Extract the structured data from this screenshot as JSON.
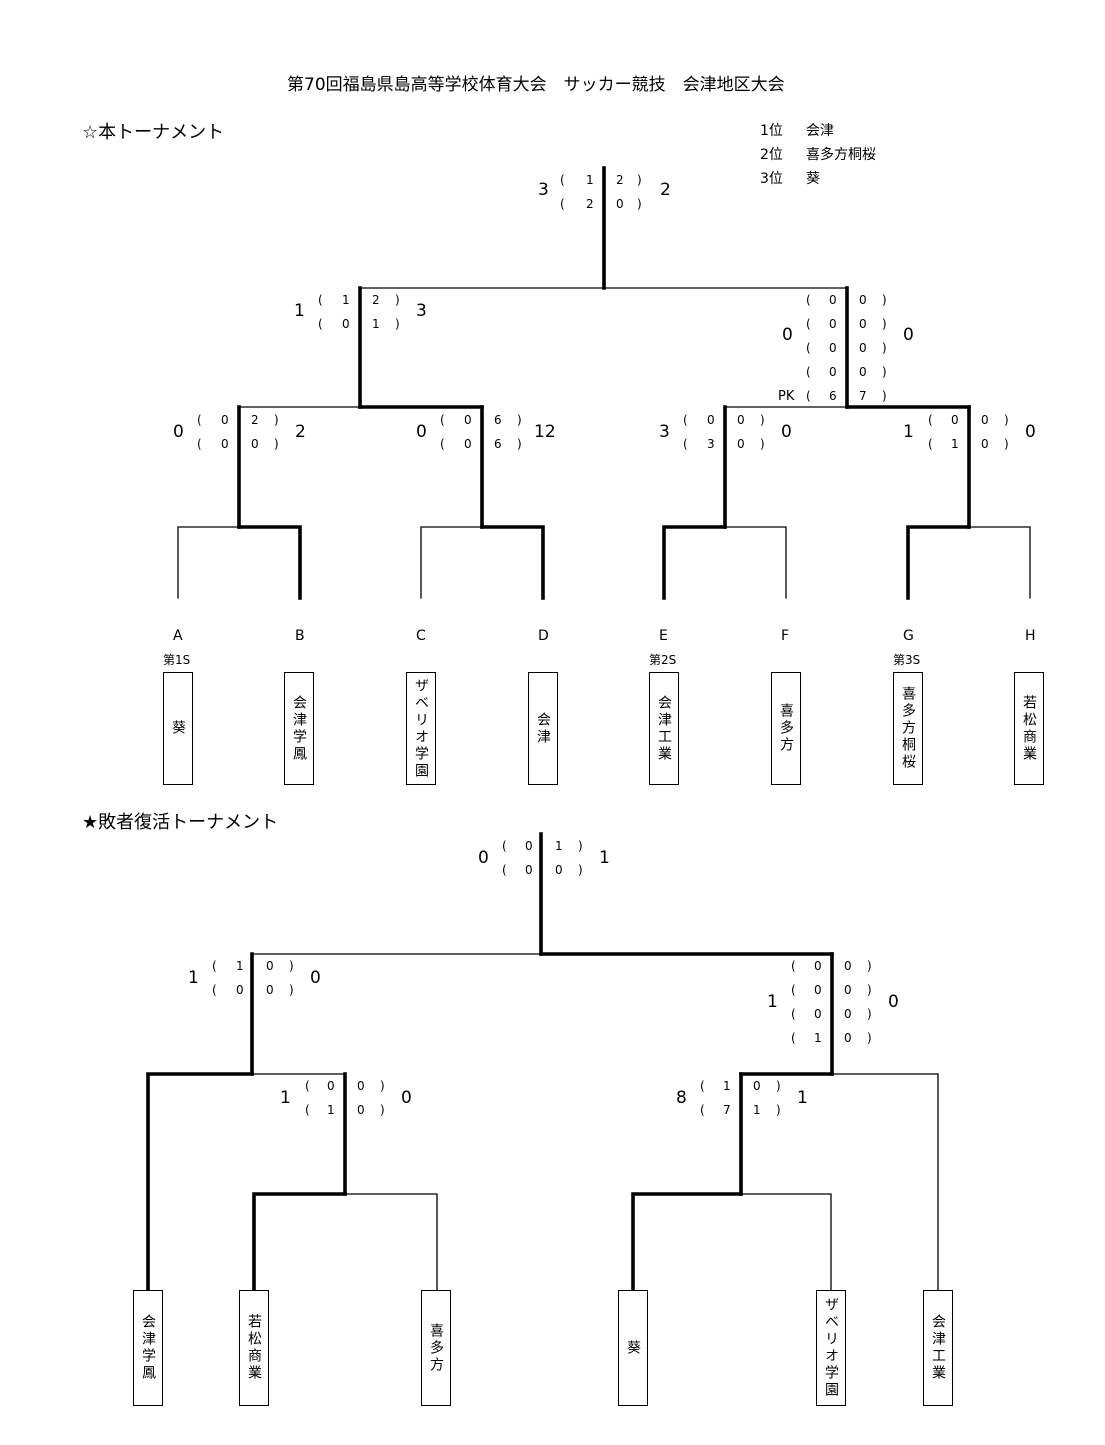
{
  "title": "第70回福島県島高等学校体育大会　サッカー競技　会津地区大会",
  "main": {
    "heading": "☆本トーナメント",
    "rankings": [
      {
        "place": "1位",
        "team": "会津"
      },
      {
        "place": "2位",
        "team": "喜多方桐桜"
      },
      {
        "place": "3位",
        "team": "葵"
      }
    ],
    "positions": [
      "A",
      "B",
      "C",
      "D",
      "E",
      "F",
      "G",
      "H"
    ],
    "seeds": [
      {
        "pos": "A",
        "label": "第1S"
      },
      {
        "pos": "E",
        "label": "第2S"
      },
      {
        "pos": "G",
        "label": "第3S"
      }
    ],
    "teams": [
      "葵",
      "会津学鳳",
      "ザベリオ学園",
      "会津",
      "会津工業",
      "喜多方",
      "喜多方桐桜",
      "若松商業"
    ],
    "matches": [
      {
        "id": "qf1",
        "left_total": "0",
        "right_total": "2",
        "halves": [
          {
            "l": "0",
            "r": "2"
          },
          {
            "l": "0",
            "r": "0"
          }
        ],
        "winner": "right"
      },
      {
        "id": "qf2",
        "left_total": "0",
        "right_total": "12",
        "halves": [
          {
            "l": "0",
            "r": "6"
          },
          {
            "l": "0",
            "r": "6"
          }
        ],
        "winner": "right"
      },
      {
        "id": "qf3",
        "left_total": "3",
        "right_total": "0",
        "halves": [
          {
            "l": "0",
            "r": "0"
          },
          {
            "l": "3",
            "r": "0"
          }
        ],
        "winner": "left"
      },
      {
        "id": "qf4",
        "left_total": "1",
        "right_total": "0",
        "halves": [
          {
            "l": "0",
            "r": "0"
          },
          {
            "l": "1",
            "r": "0"
          }
        ],
        "winner": "left"
      },
      {
        "id": "sf1",
        "left_total": "1",
        "right_total": "3",
        "halves": [
          {
            "l": "1",
            "r": "2"
          },
          {
            "l": "0",
            "r": "1"
          }
        ],
        "winner": "right"
      },
      {
        "id": "sf2",
        "left_total": "0",
        "right_total": "0",
        "halves": [
          {
            "l": "0",
            "r": "0"
          },
          {
            "l": "0",
            "r": "0"
          },
          {
            "l": "0",
            "r": "0"
          },
          {
            "l": "0",
            "r": "0"
          }
        ],
        "pk": {
          "label": "PK",
          "l": "6",
          "r": "7"
        },
        "winner": "right"
      },
      {
        "id": "final",
        "left_total": "3",
        "right_total": "2",
        "halves": [
          {
            "l": "1",
            "r": "2"
          },
          {
            "l": "2",
            "r": "0"
          }
        ],
        "winner": "left"
      }
    ]
  },
  "consolation": {
    "heading": "★敗者復活トーナメント",
    "teams": [
      "会津学鳳",
      "若松商業",
      "喜多方",
      "葵",
      "ザベリオ学園",
      "会津工業"
    ],
    "matches": [
      {
        "id": "c1",
        "left_total": "1",
        "right_total": "0",
        "halves": [
          {
            "l": "0",
            "r": "0"
          },
          {
            "l": "1",
            "r": "0"
          }
        ],
        "winner": "left"
      },
      {
        "id": "c2",
        "left_total": "8",
        "right_total": "1",
        "halves": [
          {
            "l": "1",
            "r": "0"
          },
          {
            "l": "7",
            "r": "1"
          }
        ],
        "winner": "left"
      },
      {
        "id": "c3",
        "left_total": "1",
        "right_total": "0",
        "halves": [
          {
            "l": "1",
            "r": "0"
          },
          {
            "l": "0",
            "r": "0"
          }
        ],
        "winner": "left"
      },
      {
        "id": "c4",
        "left_total": "1",
        "right_total": "0",
        "halves": [
          {
            "l": "0",
            "r": "0"
          },
          {
            "l": "0",
            "r": "0"
          },
          {
            "l": "0",
            "r": "0"
          },
          {
            "l": "1",
            "r": "0"
          }
        ],
        "winner": "left"
      },
      {
        "id": "cfinal",
        "left_total": "0",
        "right_total": "1",
        "halves": [
          {
            "l": "0",
            "r": "1"
          },
          {
            "l": "0",
            "r": "0"
          }
        ],
        "winner": "right"
      }
    ]
  }
}
